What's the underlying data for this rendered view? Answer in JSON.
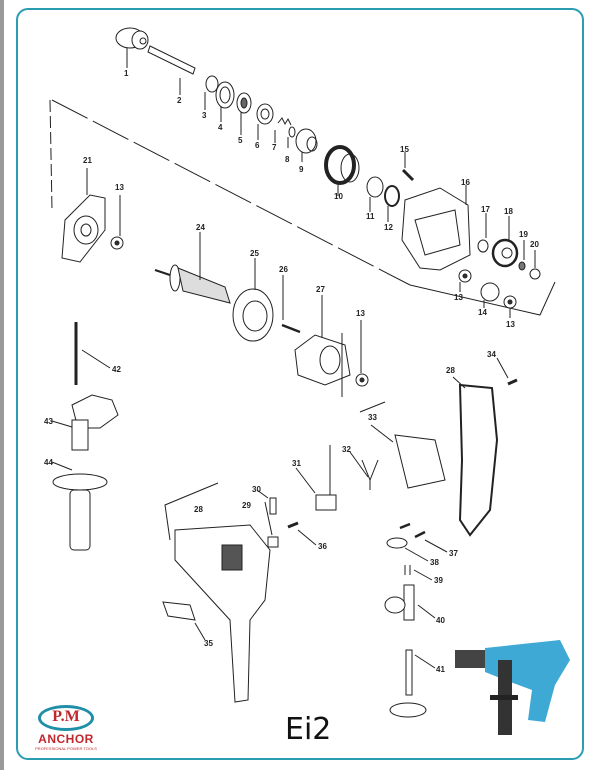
{
  "document": {
    "model": "Ei2",
    "logo": {
      "initials": "P.M",
      "brand": "ANCHOR",
      "tagline": "PROFESSIONAL POWER TOOLS"
    },
    "colors": {
      "frame": "#2a9db0",
      "logo_red": "#c0282d",
      "logo_teal": "#1f8fa7",
      "product_blue": "#3fa9d6"
    }
  },
  "parts": {
    "p1": "1",
    "p2": "2",
    "p3": "3",
    "p4": "4",
    "p5": "5",
    "p6": "6",
    "p7": "7",
    "p8": "8",
    "p9": "9",
    "p10": "10",
    "p11": "11",
    "p12": "12",
    "p13a": "13",
    "p13b": "13",
    "p13c": "13",
    "p13d": "13",
    "p14": "14",
    "p15": "15",
    "p16": "16",
    "p17": "17",
    "p18": "18",
    "p19": "19",
    "p20": "20",
    "p21": "21",
    "p24": "24",
    "p25": "25",
    "p26": "26",
    "p27": "27",
    "p28a": "28",
    "p28b": "28",
    "p29": "29",
    "p30": "30",
    "p31": "31",
    "p32": "32",
    "p33": "33",
    "p34": "34",
    "p35": "35",
    "p36": "36",
    "p37": "37",
    "p38": "38",
    "p39": "39",
    "p40": "40",
    "p41": "41",
    "p42": "42",
    "p43": "43",
    "p44": "44"
  }
}
